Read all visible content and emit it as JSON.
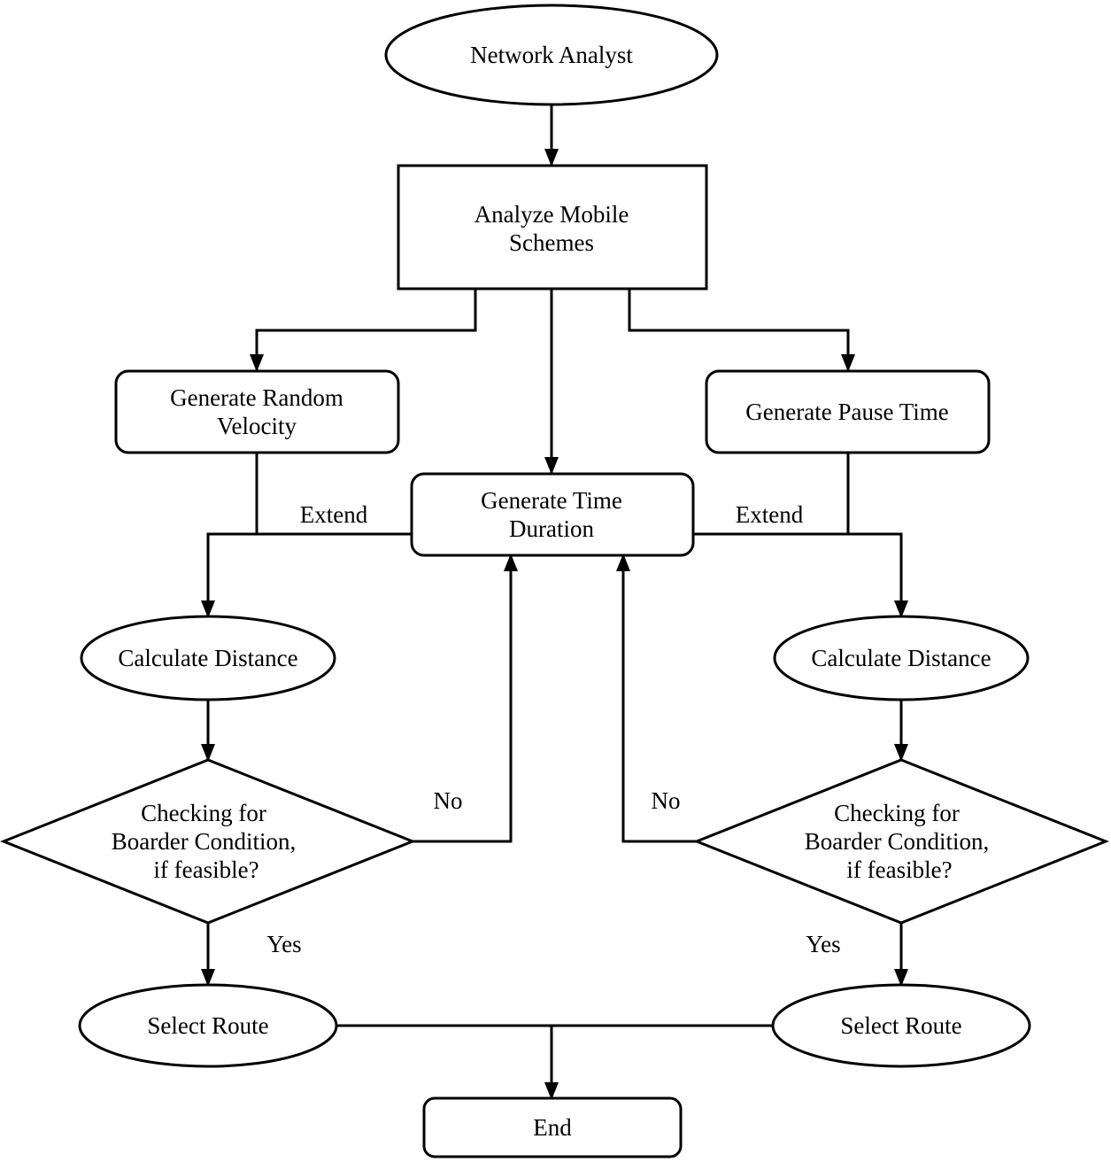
{
  "nodes": {
    "network_analyst": "Network Analyst",
    "analyze_mobile": [
      "Analyze Mobile",
      "Schemes"
    ],
    "gen_random_velocity": [
      "Generate Random",
      "Velocity"
    ],
    "gen_pause_time": "Generate Pause Time",
    "gen_time_duration": [
      "Generate Time",
      "Duration"
    ],
    "calc_distance_left": "Calculate Distance",
    "calc_distance_right": "Calculate Distance",
    "check_left": [
      "Checking for",
      "Boarder Condition,",
      "if feasible?"
    ],
    "check_right": [
      "Checking for",
      "Boarder Condition,",
      "if feasible?"
    ],
    "select_route_left": "Select Route",
    "select_route_right": "Select Route",
    "end": "End"
  },
  "edge_labels": {
    "extend_left": "Extend",
    "extend_right": "Extend",
    "no_left": "No",
    "no_right": "No",
    "yes_left": "Yes",
    "yes_right": "Yes"
  }
}
